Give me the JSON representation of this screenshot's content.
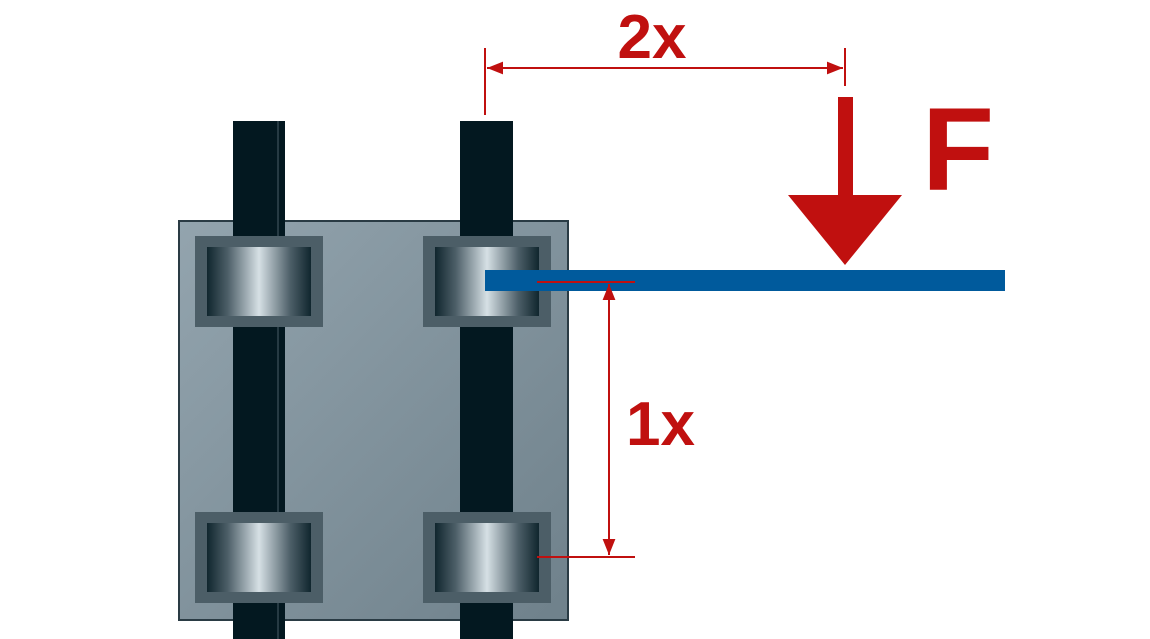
{
  "labels": {
    "horizontal_dimension": "2x",
    "force": "F",
    "vertical_dimension": "1x"
  },
  "colors": {
    "dimension_red": "#c0100f",
    "beam_blue": "#005a9c",
    "rail": "#031820",
    "plate": "#82949e"
  }
}
